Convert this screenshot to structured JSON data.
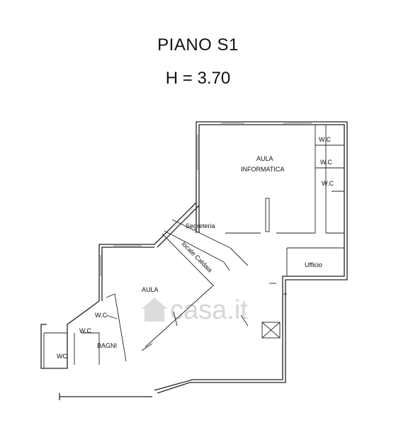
{
  "header": {
    "title": "PIANO S1",
    "height": "H = 3.70"
  },
  "rooms": {
    "aula_informatica_l1": "AULA",
    "aula_informatica_l2": "INFORMATICA",
    "wc_1": "W.C",
    "wc_2": "W.C",
    "wc_3": "W.C",
    "segreteria": "Segreteria",
    "locale_caldaia": "locale Caldaia",
    "ufficio": "Ufficio",
    "aula": "AULA",
    "wc_4": "W.C",
    "wc_5": "W.C",
    "bagni": "BAGNI",
    "wc_6": "WC"
  },
  "watermark": {
    "text": "casa.it",
    "icon": "house-icon"
  }
}
